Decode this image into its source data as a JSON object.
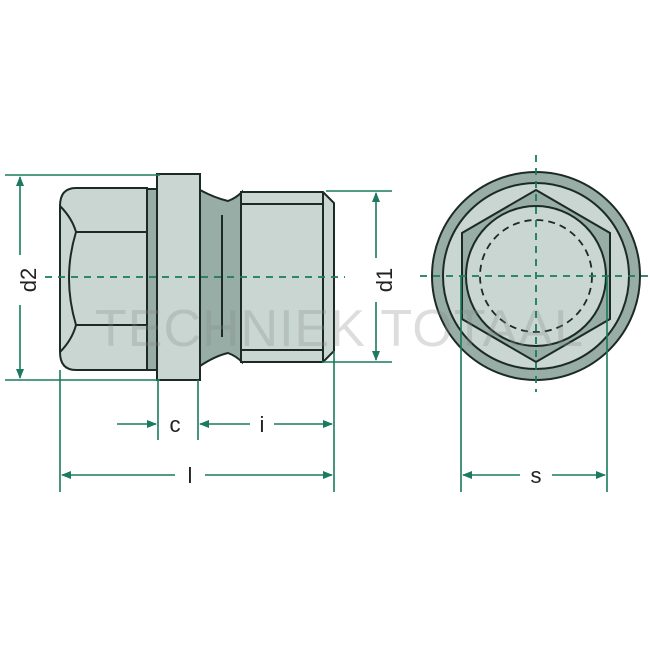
{
  "labels": {
    "d2": "d2",
    "d1": "d1",
    "c": "c",
    "i": "i",
    "l": "l",
    "s": "s"
  },
  "watermark": "TECHNIEK TOTAAL",
  "colors": {
    "dimension": "#1b7a5f",
    "fill_light": "#c9d6d1",
    "fill_dark": "#97ada5",
    "outline": "#1c2a26"
  }
}
